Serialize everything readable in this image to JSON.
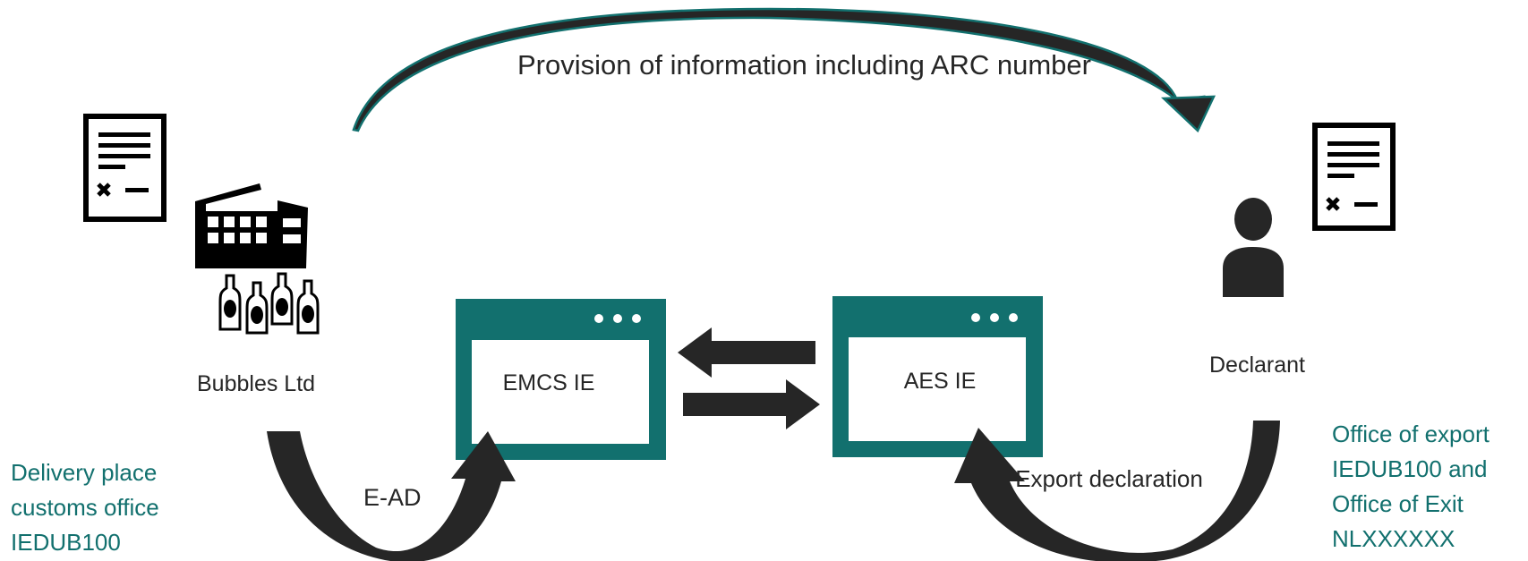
{
  "diagram": {
    "top_arrow_label": "Provision of information including ARC number",
    "trader": {
      "name": "Bubbles Ltd",
      "icon": "factory-with-bottles-icon"
    },
    "declarant": {
      "name": "Declarant",
      "icon": "person-icon"
    },
    "systems": [
      {
        "name": "EMCS IE",
        "icon": "browser-window-icon"
      },
      {
        "name": "AES IE",
        "icon": "browser-window-icon"
      }
    ],
    "flows": {
      "ead": "E-AD",
      "export_declaration": "Export declaration"
    },
    "notes": {
      "delivery_place": "Delivery place customs office IEDUB100",
      "office_of_export": "Office of export IEDUB100 and Office of Exit NLXXXXXX"
    },
    "documents": [
      "document-icon",
      "document-icon"
    ],
    "colors": {
      "teal": "#12706e",
      "dark": "#262626",
      "white": "#ffffff"
    }
  }
}
